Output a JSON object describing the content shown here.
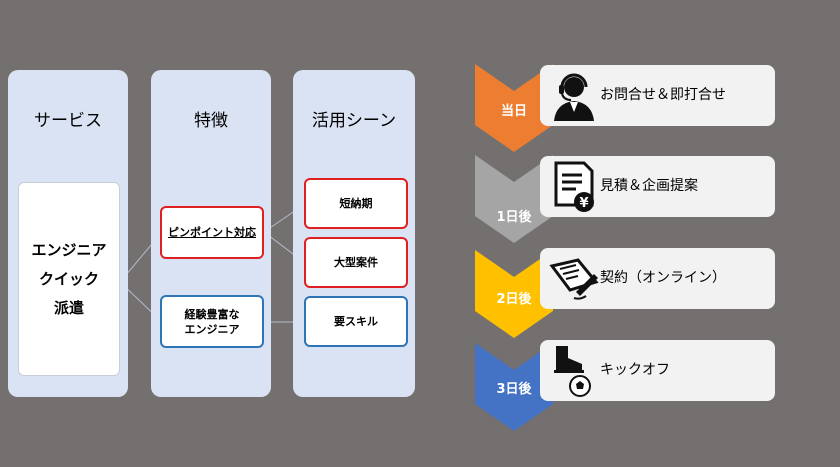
{
  "columns": {
    "service": {
      "title": "サービス",
      "box_lines": [
        "エンジニア",
        "クイック",
        "派遣"
      ]
    },
    "features": {
      "title": "特徴",
      "items": [
        {
          "lines": [
            "ピンポイント対応"
          ],
          "color": "#e02020"
        },
        {
          "lines": [
            "経験豊富な",
            "エンジニア"
          ],
          "color": "#2e75b6"
        }
      ]
    },
    "scenes": {
      "title": "活用シーン",
      "items": [
        {
          "label": "短納期",
          "color": "#e02020"
        },
        {
          "label": "大型案件",
          "color": "#e02020"
        },
        {
          "label": "要スキル",
          "color": "#2e75b6"
        }
      ]
    }
  },
  "timeline": [
    {
      "day": "当日",
      "text": "お問合せ＆即打合せ",
      "icon": "operator-headset-icon",
      "color": "#ed7d31"
    },
    {
      "day": "1日後",
      "text": "見積＆企画提案",
      "icon": "document-yen-icon",
      "color": "#a5a5a5"
    },
    {
      "day": "2日後",
      "text": "契約（オンライン）",
      "icon": "contract-signing-icon",
      "color": "#ffc000"
    },
    {
      "day": "3日後",
      "text": "キックオフ",
      "icon": "soccer-kickoff-icon",
      "color": "#4472c4"
    }
  ]
}
